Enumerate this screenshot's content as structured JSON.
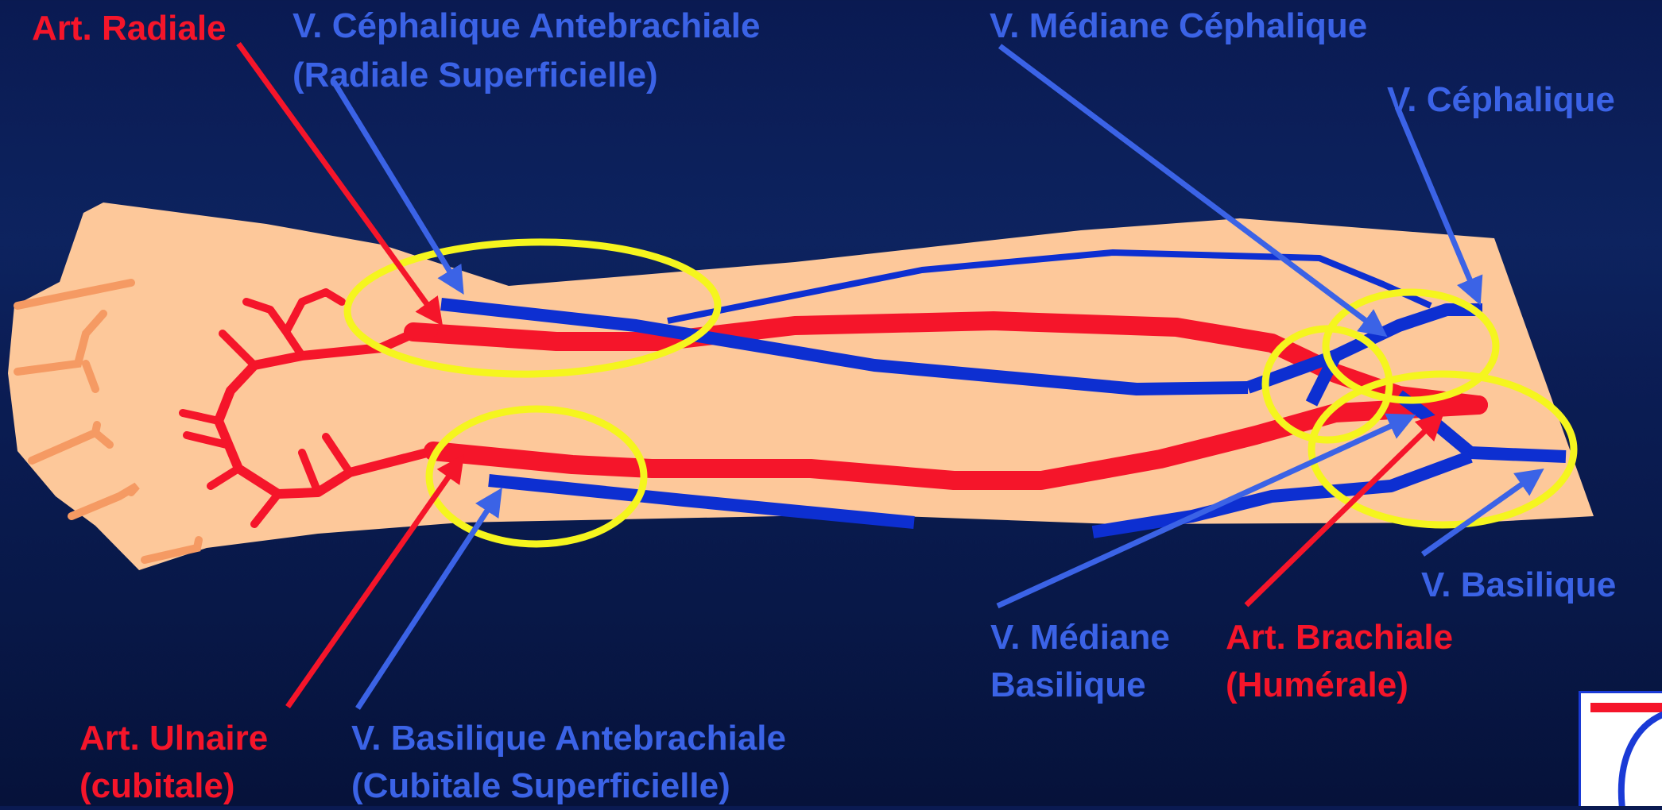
{
  "labels": {
    "art_radiale": "Art. Radiale",
    "v_cephalique_ante_1": "V. Céphalique Antebrachiale",
    "v_cephalique_ante_2": "(Radiale Superficielle)",
    "v_mediane_cephalique": "V. Médiane Céphalique",
    "v_cephalique": "V. Céphalique",
    "v_basilique": "V. Basilique",
    "v_mediane_basilique_1": "V. Médiane",
    "v_mediane_basilique_2": "Basilique",
    "art_brachiale_1": "Art. Brachiale",
    "art_brachiale_2": "(Humérale)",
    "art_ulnaire_1": "Art. Ulnaire",
    "art_ulnaire_2": "(cubitale)",
    "v_basilique_ante_1": "V. Basilique Antebrachiale",
    "v_basilique_ante_2": "(Cubitale Superficielle)"
  },
  "colors": {
    "artery": "#f5152a",
    "vein": "#0d2fd1",
    "pointer_blue": "#3b63e6",
    "skin": "#fdc89a",
    "finger_lines": "#f59a63",
    "highlight_ring": "#f5f51e"
  }
}
